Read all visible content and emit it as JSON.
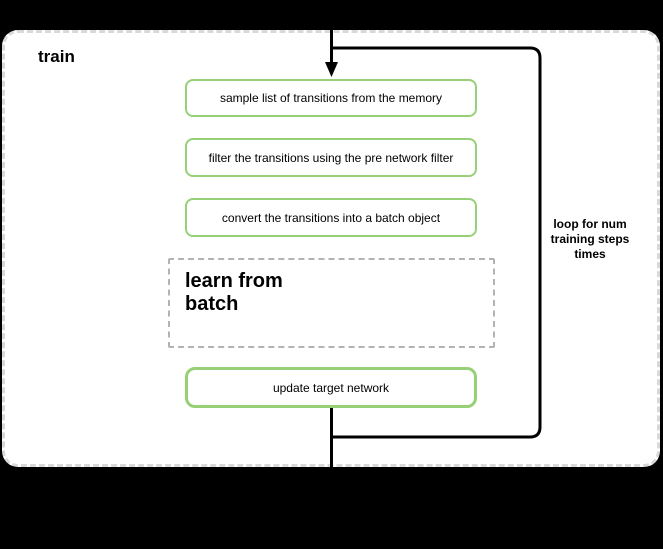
{
  "diagram": {
    "title": "train",
    "steps": [
      {
        "label": "sample list of transitions from the memory"
      },
      {
        "label": "filter the transitions using the pre network filter"
      },
      {
        "label": "convert the transitions into a batch object"
      }
    ],
    "learn_box": {
      "label": "learn from\nbatch"
    },
    "update_box": {
      "label": "update target network"
    },
    "loop_label": "loop for num\ntraining steps\ntimes",
    "colors": {
      "step_border_green": "#97d077",
      "loop_stroke": "#000000",
      "outer_dash": "#d9d9d9",
      "learn_dash": "#b3b3b3",
      "background": "#000000",
      "surface": "#ffffff"
    }
  }
}
